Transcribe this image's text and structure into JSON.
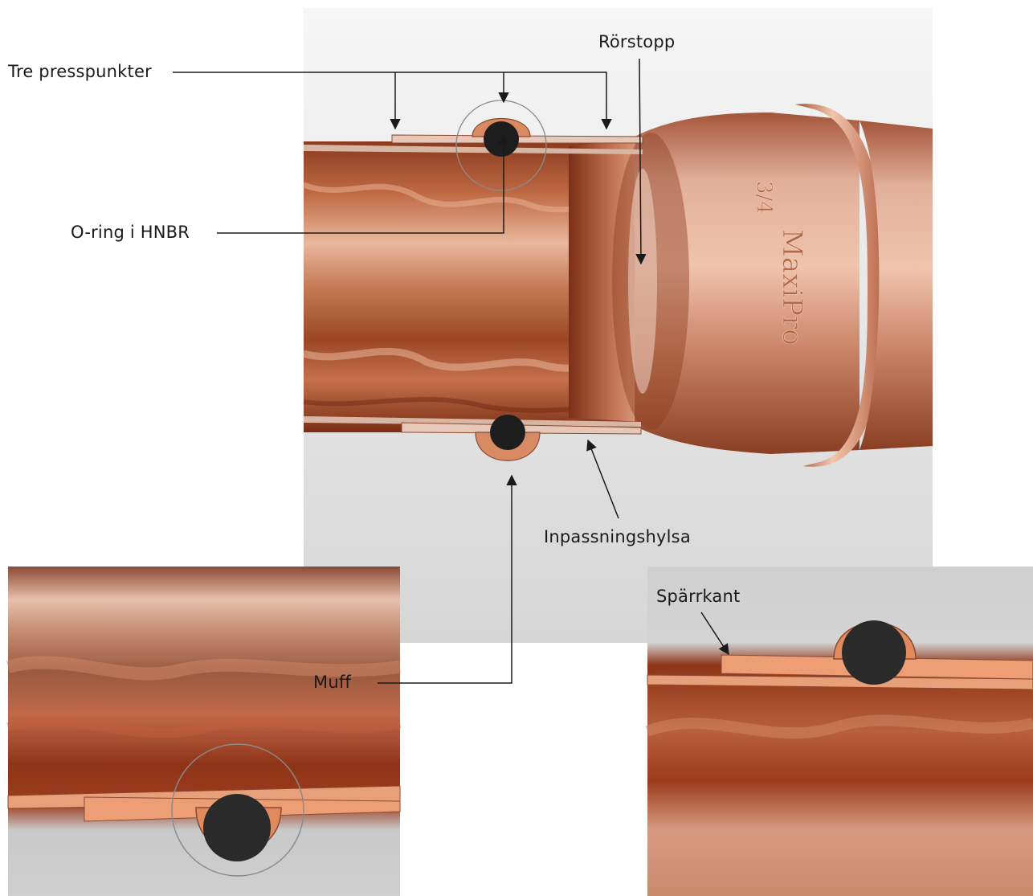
{
  "labels": {
    "three_press_points": "Tre presspunkter",
    "pipe_stop": "Rörstopp",
    "o_ring": "O-ring i HNBR",
    "fitting_sleeve": "Inpassningshylsa",
    "socket": "Muff",
    "stop_edge": "Spärrkant"
  },
  "embossing": {
    "brand": "MaxiPro",
    "size": "3/4"
  },
  "colors": {
    "copper_dark": "#7a2e14",
    "copper_mid": "#b5603a",
    "copper_light": "#e2a889",
    "background_grey": "#dcdcdc",
    "oring_black": "#1e1e1e",
    "line": "#1a1a1a"
  }
}
